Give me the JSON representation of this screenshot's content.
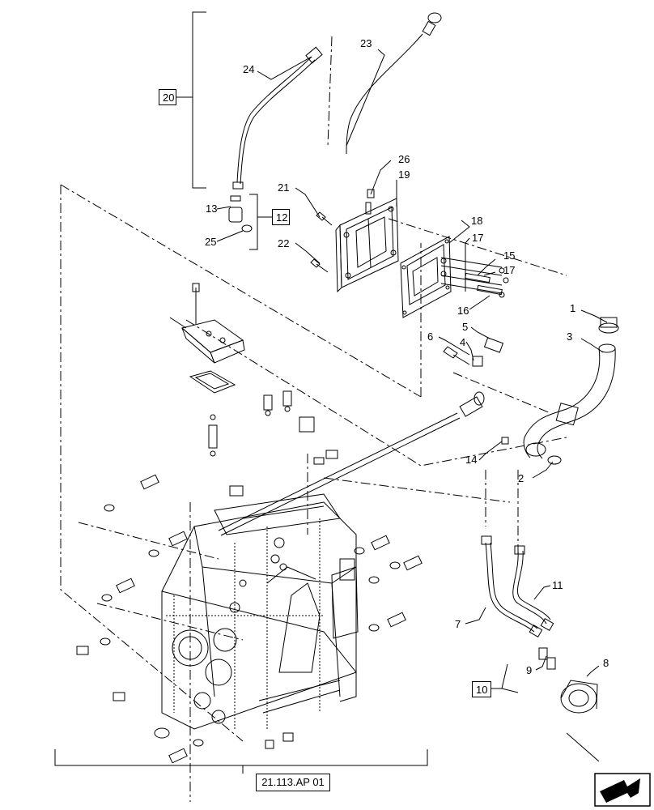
{
  "callouts": [
    {
      "id": "c1",
      "label": "1"
    },
    {
      "id": "c2",
      "label": "2"
    },
    {
      "id": "c3",
      "label": "3"
    },
    {
      "id": "c4",
      "label": "4"
    },
    {
      "id": "c5",
      "label": "5"
    },
    {
      "id": "c6",
      "label": "6"
    },
    {
      "id": "c7",
      "label": "7"
    },
    {
      "id": "c8",
      "label": "8"
    },
    {
      "id": "c9",
      "label": "9"
    },
    {
      "id": "c11",
      "label": "11"
    },
    {
      "id": "c13",
      "label": "13"
    },
    {
      "id": "c14",
      "label": "14"
    },
    {
      "id": "c15",
      "label": "15"
    },
    {
      "id": "c16",
      "label": "16"
    },
    {
      "id": "c17a",
      "label": "17"
    },
    {
      "id": "c17b",
      "label": "17"
    },
    {
      "id": "c18",
      "label": "18"
    },
    {
      "id": "c19",
      "label": "19"
    },
    {
      "id": "c21",
      "label": "21"
    },
    {
      "id": "c22",
      "label": "22"
    },
    {
      "id": "c23",
      "label": "23"
    },
    {
      "id": "c24",
      "label": "24"
    },
    {
      "id": "c25",
      "label": "25"
    },
    {
      "id": "c26",
      "label": "26"
    }
  ],
  "boxed_refs": {
    "group_20": "20",
    "group_12": "12",
    "group_10": "10",
    "cross_ref": "21.113.AP 01"
  },
  "icons": {
    "navigation": "next-page-arrow-icon"
  },
  "colors": {
    "line": "#000000",
    "background": "#ffffff"
  }
}
